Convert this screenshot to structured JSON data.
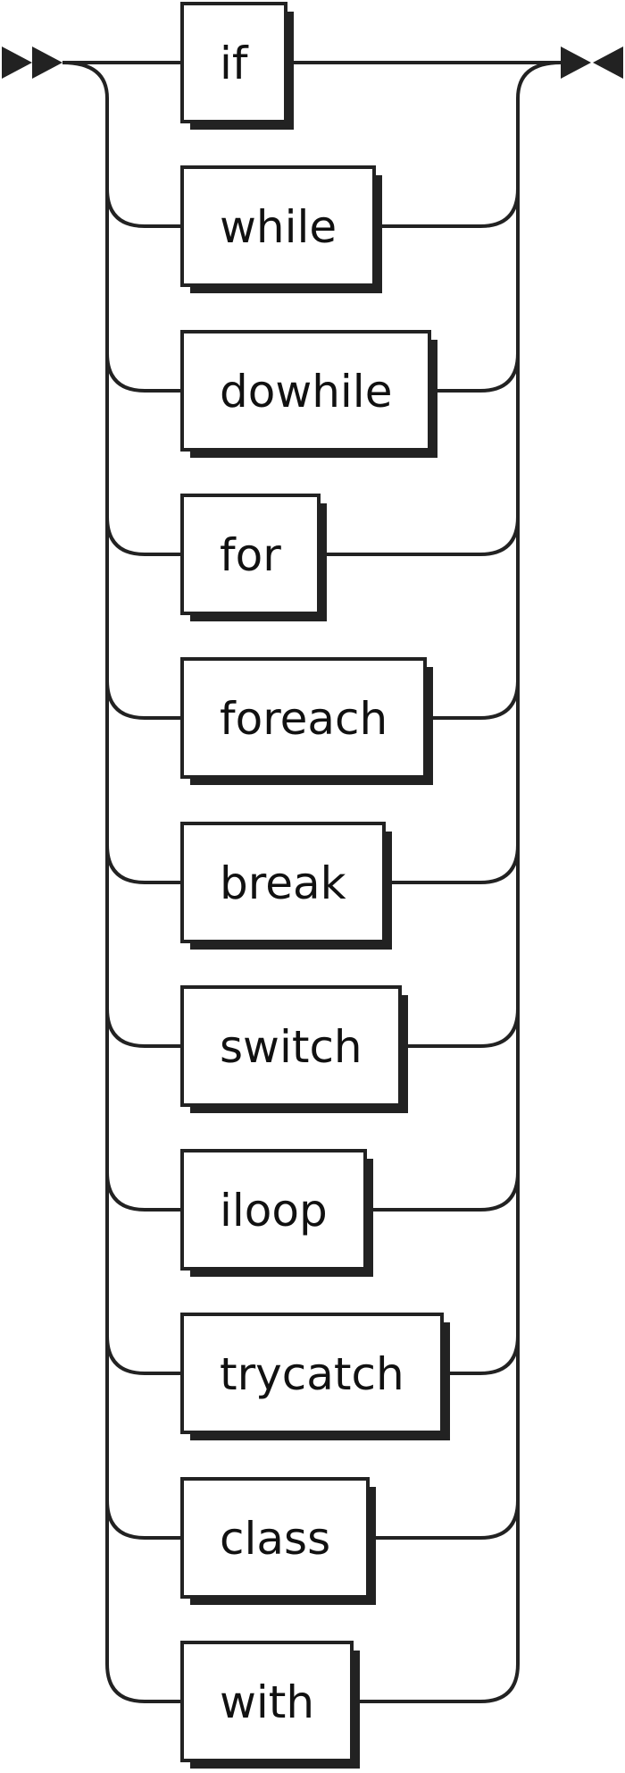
{
  "diagram": {
    "type": "railroad-choice",
    "choices": [
      {
        "id": "if",
        "label": "if"
      },
      {
        "id": "while",
        "label": "while"
      },
      {
        "id": "dowhile",
        "label": "dowhile"
      },
      {
        "id": "for",
        "label": "for"
      },
      {
        "id": "foreach",
        "label": "foreach"
      },
      {
        "id": "break",
        "label": "break"
      },
      {
        "id": "switch",
        "label": "switch"
      },
      {
        "id": "iloop",
        "label": "iloop"
      },
      {
        "id": "trycatch",
        "label": "trycatch"
      },
      {
        "id": "class",
        "label": "class"
      },
      {
        "id": "with",
        "label": "with"
      }
    ],
    "colors": {
      "line": "#222222",
      "shadow": "#222222",
      "box_fill": "#ffffff",
      "text": "#111111",
      "background": "#ffffff"
    }
  }
}
